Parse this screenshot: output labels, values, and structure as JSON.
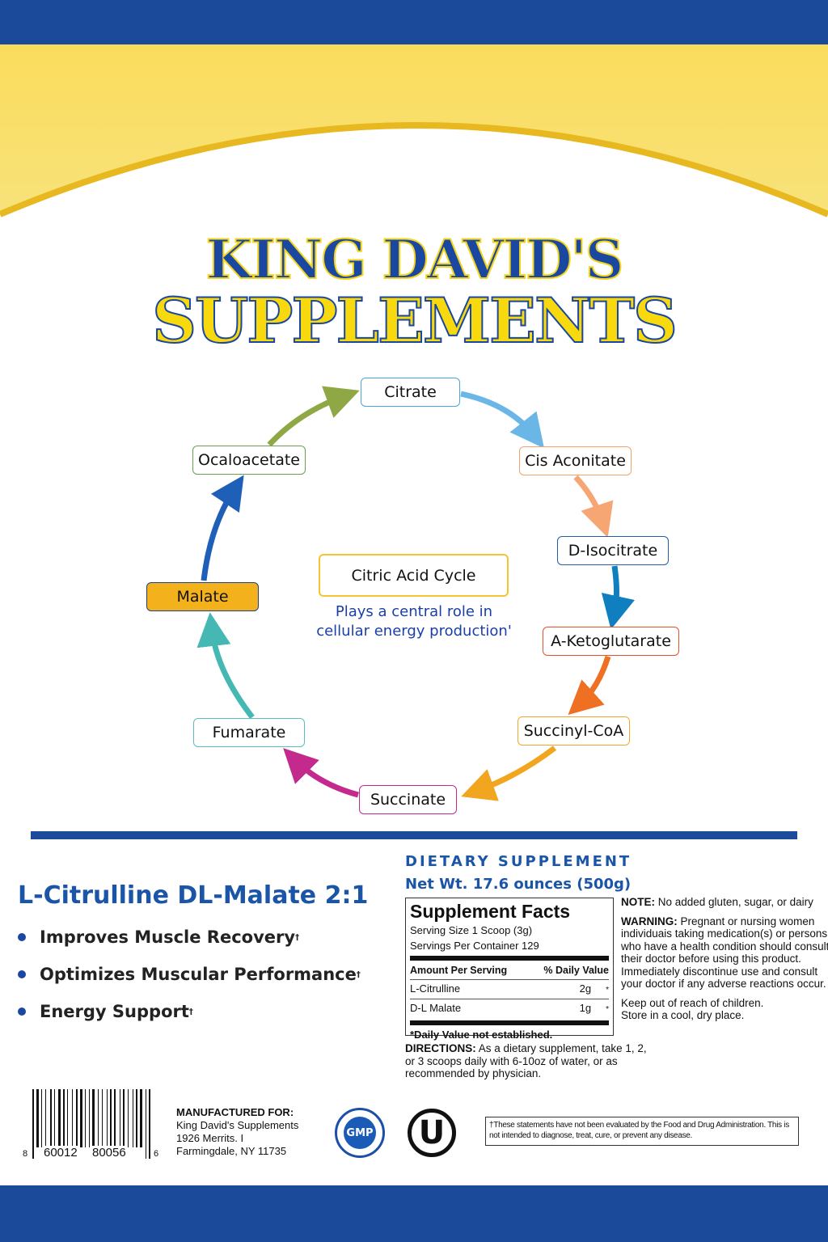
{
  "brand": {
    "line1": "KING DAVID'S",
    "line2": "SUPPLEMENTS"
  },
  "cycle": {
    "title": "Citric Acid Cycle",
    "subtitle_line1": "Plays a central role in",
    "subtitle_line2": "cellular energy production'",
    "nodes": [
      "Citrate",
      "Cis Aconitate",
      "D-Isocitrate",
      "A-Ketoglutarate",
      "Succinyl-CoA",
      "Succinate",
      "Fumarate",
      "Malate",
      "Ocaloacetate"
    ]
  },
  "product": {
    "name": "L-Citrulline DL-Malate 2:1",
    "benefits": [
      "Improves Muscle Recovery",
      "Optimizes Muscular Performance",
      "Energy Support"
    ],
    "dagger": "†"
  },
  "label": {
    "dietary": "DIETARY SUPPLEMENT",
    "net_wt": "Net Wt. 17.6 ounces (500g)"
  },
  "facts": {
    "title": "Supplement Facts",
    "serving_size": "Serving Size 1 Scoop (3g)",
    "servings": "Servings Per Container 129",
    "col1": "Amount Per Serving",
    "col2": "% Daily Value",
    "rows": [
      {
        "name": "L-Citrulline",
        "amount": "2g",
        "dv": "*"
      },
      {
        "name": "D-L Malate",
        "amount": "1g",
        "dv": "*"
      }
    ],
    "footnote": "*Daily Value not established."
  },
  "notes": {
    "note_label": "NOTE:",
    "note": " No added gluten, sugar, or dairy",
    "warning_label": "WARNING:",
    "warning": " Pregnant or nursing women individuais  taking medication(s) or persons who have a health condition should consult their doctor before using this product. Immediately discontinue use and consult your doctor if any adverse reactions occur.",
    "keep1": "Keep out of reach of children.",
    "keep2": "Store in a cool, dry place."
  },
  "directions": {
    "label": "DIRECTIONS:",
    "text": " As a dietary supplement, take 1, 2, or 3 scoops daily with 6-10oz of water, or as recommended by physician."
  },
  "manufacturer": {
    "label": "MANUFACTURED FOR:",
    "name": "King David's Supplements",
    "address1": "1926 Merrits. I",
    "address2": "Farmingdale, NY 11735"
  },
  "barcode": {
    "lead": "8",
    "group1": "60012",
    "group2": "80056",
    "check": "6"
  },
  "badges": {
    "gmp": "GMP",
    "kosher": "U"
  },
  "disclaimer": "†These statements have not been evaluated by the Food and Drug Administration. This is not intended to diagnose, treat, cure, or prevent any disease."
}
